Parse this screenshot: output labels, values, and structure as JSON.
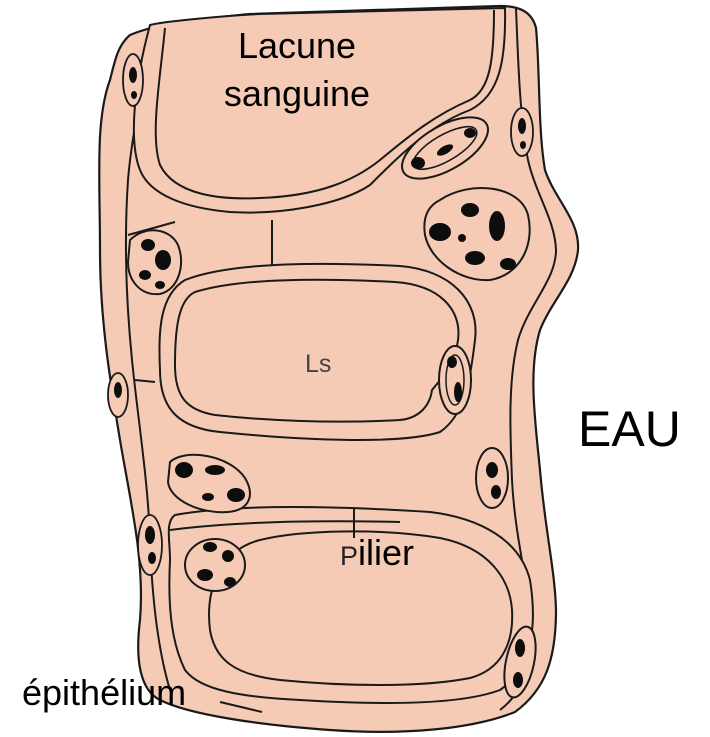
{
  "diagram": {
    "colors": {
      "tissue": "#f6cbb6",
      "outline": "#1a1a1a",
      "nucleus": "#0d0d0d",
      "background": "#ffffff"
    },
    "labels": {
      "lacune_line1": "Lacune",
      "lacune_line2": "sanguine",
      "ls": "Ls",
      "eau": "EAU",
      "pilier_p": "P",
      "pilier_rest": "ilier",
      "epithelium": "épithélium"
    }
  }
}
